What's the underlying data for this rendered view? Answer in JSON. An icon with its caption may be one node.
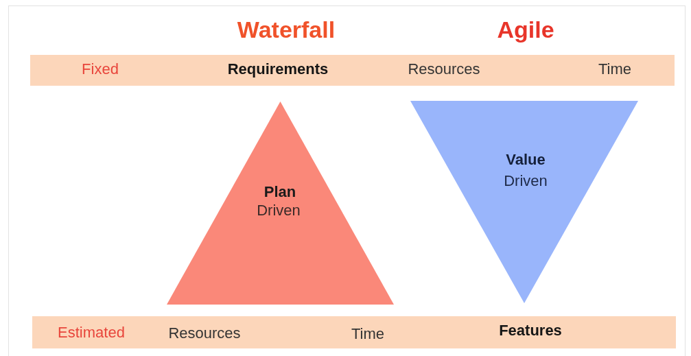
{
  "diagram": {
    "nodes": [
      {
        "text": [
          "Fixed",
          "Requirements",
          "Resources",
          "Time"
        ]
      },
      {
        "text": [
          "Plan",
          "Driven"
        ]
      },
      {
        "text": [
          "Value",
          "Driven"
        ]
      },
      {
        "text": [
          "Estimated",
          "Resources",
          "Time",
          "Features"
        ]
      }
    ],
    "labels": [
      "Waterfall",
      "Agile"
    ]
  }
}
